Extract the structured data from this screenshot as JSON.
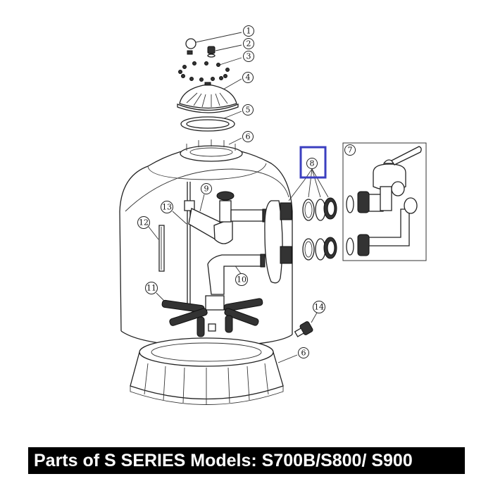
{
  "diagram": {
    "caption": "Parts of S SERIES Models: S700B/S800/ S900",
    "highlight_color": "#3b3fc0",
    "callouts": {
      "p1": "1",
      "p2": "2",
      "p3": "3",
      "p4": "4",
      "p5": "5",
      "p6_top": "6",
      "p7": "7",
      "p8": "8",
      "p9": "9",
      "p10": "10",
      "p11": "11",
      "p12": "12",
      "p13": "13",
      "p14": "14",
      "p6_base": "6"
    }
  }
}
